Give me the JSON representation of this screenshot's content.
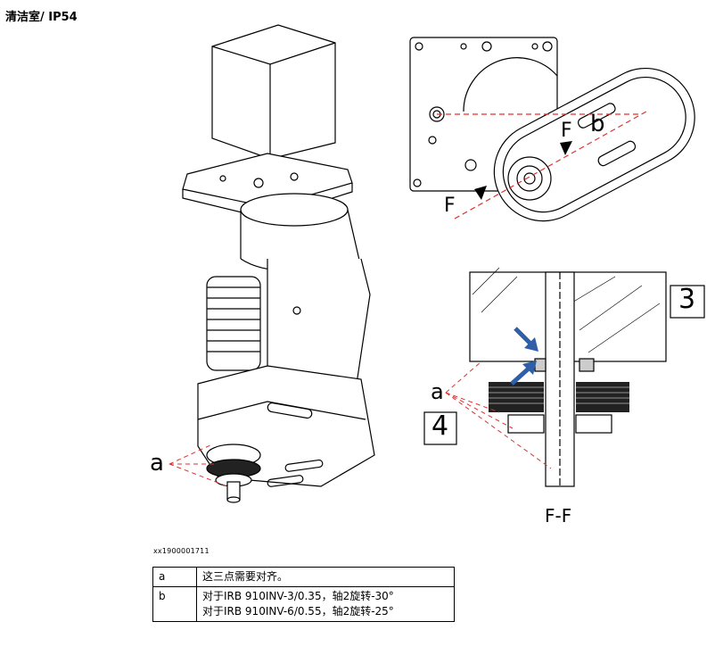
{
  "header": {
    "title": "清洁室/ IP54"
  },
  "figure": {
    "callout_a_left": "a",
    "callout_a_section": "a",
    "callout_b": "b",
    "callout_f_top": "F",
    "callout_f_bottom": "F",
    "box_3": "3",
    "box_4": "4",
    "section_label": "F-F",
    "image_id": "xx1900001711"
  },
  "legend": {
    "rows": [
      {
        "key": "a",
        "lines": [
          "这三点需要对齐。"
        ]
      },
      {
        "key": "b",
        "lines": [
          "对于IRB 910INV-3/0.35，轴2旋转-30°",
          "对于IRB 910INV-6/0.55，轴2旋转-25°"
        ]
      }
    ]
  },
  "colors": {
    "marker_red": "#e0302f",
    "arrow_blue": "#2f5fa8"
  }
}
